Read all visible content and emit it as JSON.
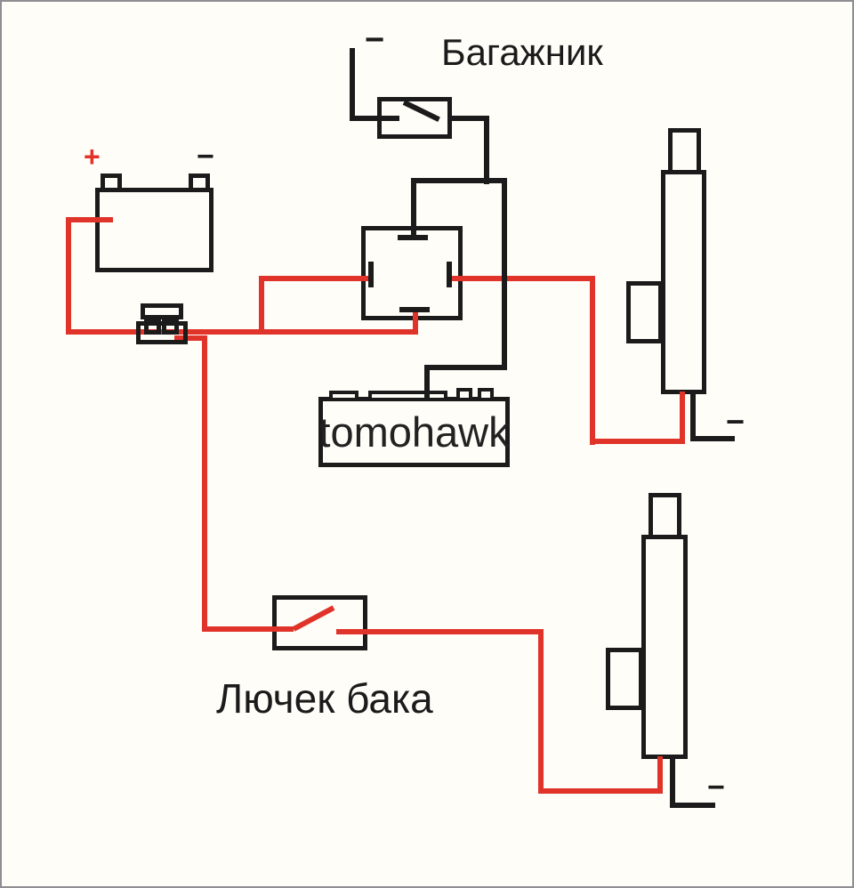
{
  "labels": {
    "trunk_title": "Багажник",
    "fuel_hatch_caption": "Лючек бака",
    "alarm_brand": "tomohawk"
  },
  "symbols": {
    "battery_plus": "+",
    "battery_minus": "−",
    "trunk_switch_ground": "−",
    "trunk_actuator_ground": "−",
    "fuel_actuator_ground": "−"
  },
  "colors": {
    "positive_wire": "#e0332a",
    "ground_wire": "#1b1b1b",
    "background": "#fffdf7",
    "frame": "#8e8e93"
  }
}
